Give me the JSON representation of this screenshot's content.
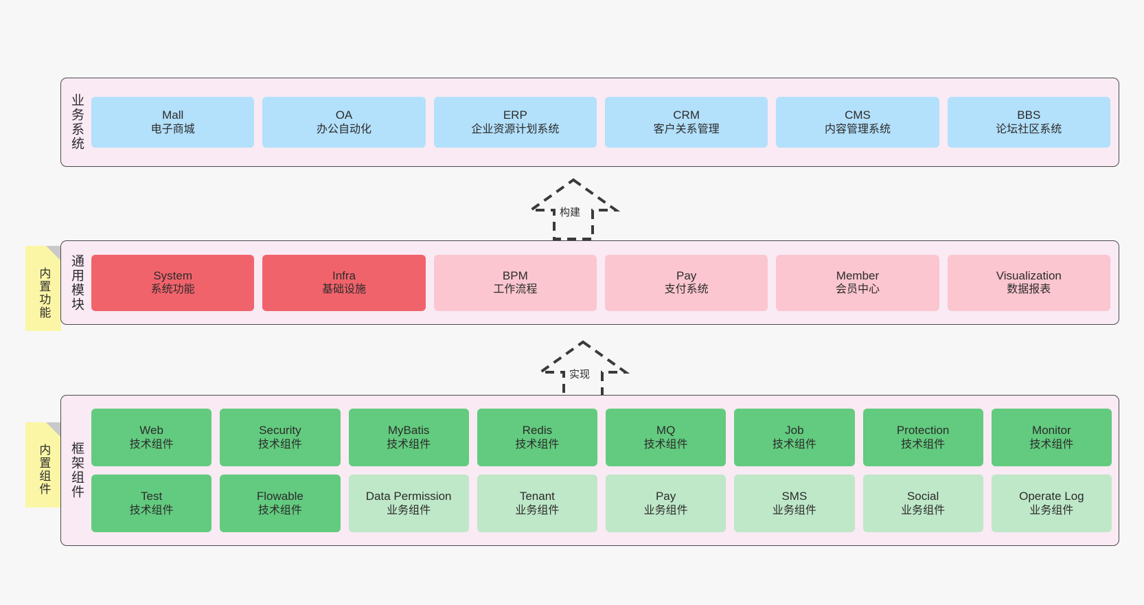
{
  "sections": [
    {
      "id": "business",
      "label": "业务系统",
      "items": [
        {
          "en": "Mall",
          "cn": "电子商城",
          "tone": "blue"
        },
        {
          "en": "OA",
          "cn": "办公自动化",
          "tone": "blue"
        },
        {
          "en": "ERP",
          "cn": "企业资源计划系统",
          "tone": "blue"
        },
        {
          "en": "CRM",
          "cn": "客户关系管理",
          "tone": "blue"
        },
        {
          "en": "CMS",
          "cn": "内容管理系统",
          "tone": "blue"
        },
        {
          "en": "BBS",
          "cn": "论坛社区系统",
          "tone": "blue"
        }
      ]
    },
    {
      "id": "common",
      "label": "通用模块",
      "items": [
        {
          "en": "System",
          "cn": "系统功能",
          "tone": "strong-red"
        },
        {
          "en": "Infra",
          "cn": "基础设施",
          "tone": "strong-red"
        },
        {
          "en": "BPM",
          "cn": "工作流程",
          "tone": "soft-red"
        },
        {
          "en": "Pay",
          "cn": "支付系统",
          "tone": "soft-red"
        },
        {
          "en": "Member",
          "cn": "会员中心",
          "tone": "soft-red"
        },
        {
          "en": "Visualization",
          "cn": "数据报表",
          "tone": "soft-red"
        }
      ]
    },
    {
      "id": "framework",
      "label": "框架组件",
      "rows": [
        [
          {
            "en": "Web",
            "cn": "技术组件",
            "tone": "strong-green"
          },
          {
            "en": "Security",
            "cn": "技术组件",
            "tone": "strong-green"
          },
          {
            "en": "MyBatis",
            "cn": "技术组件",
            "tone": "strong-green"
          },
          {
            "en": "Redis",
            "cn": "技术组件",
            "tone": "strong-green"
          },
          {
            "en": "MQ",
            "cn": "技术组件",
            "tone": "strong-green"
          },
          {
            "en": "Job",
            "cn": "技术组件",
            "tone": "strong-green"
          },
          {
            "en": "Protection",
            "cn": "技术组件",
            "tone": "strong-green"
          },
          {
            "en": "Monitor",
            "cn": "技术组件",
            "tone": "strong-green"
          }
        ],
        [
          {
            "en": "Test",
            "cn": "技术组件",
            "tone": "strong-green"
          },
          {
            "en": "Flowable",
            "cn": "技术组件",
            "tone": "strong-green"
          },
          {
            "en": "Data Permission",
            "cn": "业务组件",
            "tone": "soft-green"
          },
          {
            "en": "Tenant",
            "cn": "业务组件",
            "tone": "soft-green"
          },
          {
            "en": "Pay",
            "cn": "业务组件",
            "tone": "soft-green"
          },
          {
            "en": "SMS",
            "cn": "业务组件",
            "tone": "soft-green"
          },
          {
            "en": "Social",
            "cn": "业务组件",
            "tone": "soft-green"
          },
          {
            "en": "Operate Log",
            "cn": "业务组件",
            "tone": "soft-green"
          }
        ]
      ]
    }
  ],
  "arrows": [
    {
      "id": "build",
      "label": "构建"
    },
    {
      "id": "impl",
      "label": "实现"
    }
  ],
  "stickies": [
    {
      "id": "builtin-feature",
      "label": "内置功能"
    },
    {
      "id": "builtin-component",
      "label": "内置组件"
    }
  ],
  "colors": {
    "canvas_bg": "#f7f7f7",
    "section_bg": "#f9eaf4",
    "section_border": "#4a4a4a",
    "blue": "#b3e0fb",
    "strong_red": "#f1636b",
    "soft_red": "#fbc6cf",
    "strong_green": "#63cb7f",
    "soft_green": "#bfe8c8",
    "sticky_bg": "#fbf6a5",
    "sticky_fold": "#c9c9c9",
    "arrow_stroke": "#3a3a3a",
    "text": "#2b2b2b"
  }
}
